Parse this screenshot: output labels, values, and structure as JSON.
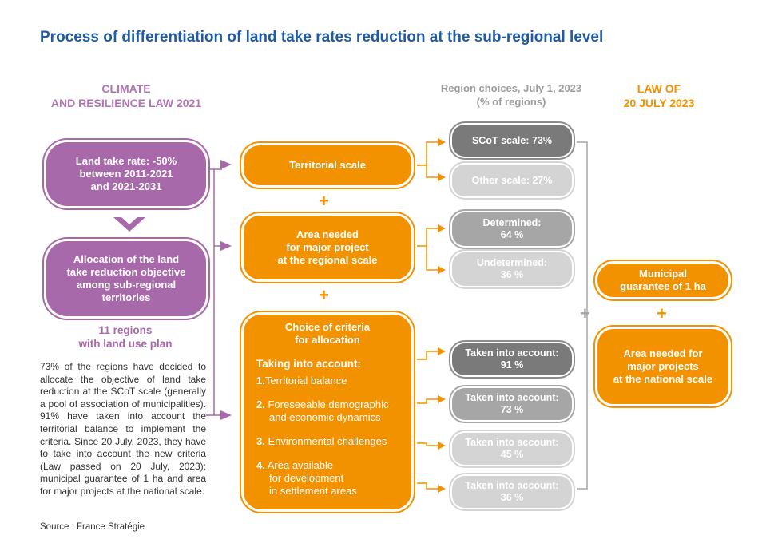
{
  "title": "Process of differentiation of land take rates reduction at the sub-regional level",
  "left_header": {
    "line1": "CLIMATE",
    "line2": "AND RESILIENCE LAW 2021"
  },
  "mid_header": {
    "line1": "Region choices, July 1, 2023",
    "line2": "(% of regions)"
  },
  "right_header": {
    "line1": "LAW OF",
    "line2": "20 JULY 2023"
  },
  "purple_boxes": {
    "land_take": {
      "l1": "Land take rate: -50%",
      "l2": "between 2011-2021",
      "l3": "and 2021-2031"
    },
    "allocation": {
      "l1": "Allocation of the land",
      "l2": "take reduction objective",
      "l3": "among sub-regional",
      "l4": "territories"
    }
  },
  "regions_label": {
    "l1": "11 regions",
    "l2": "with land use plan"
  },
  "body_text": "73% of the regions have decided to allocate the objective of land take reduction at the SCoT scale (generally a pool of association of municipalities). 91% have taken into account the territorial balance to implement the criteria. Since 20 July, 2023, they have to take into account the new criteria (Law passed on 20 July, 2023): municipal guarantee of 1 ha and area for major projects at the national scale.",
  "source": "Source : France Stratégie",
  "orange_boxes": {
    "territorial": "Territorial scale",
    "area": {
      "l1": "Area needed",
      "l2": "for major project",
      "l3": "at the regional scale"
    },
    "criteria": {
      "l1": "Choice of criteria",
      "l2": "for allocation",
      "taking": "Taking into account:",
      "items": [
        {
          "num": "1.",
          "l1": "Territorial balance",
          "l2": "",
          "l3": ""
        },
        {
          "num": "2.",
          "l1": "Foreseeable demographic",
          "l2": "and economic dynamics",
          "l3": ""
        },
        {
          "num": "3.",
          "l1": "Environmental challenges",
          "l2": "",
          "l3": ""
        },
        {
          "num": "4.",
          "l1": "Area available",
          "l2": "for development",
          "l3": "in settlement areas"
        }
      ]
    }
  },
  "choices": {
    "scot": "SCoT scale: 73%",
    "other": "Other scale: 27%",
    "determined": {
      "l1": "Determined:",
      "l2": "64 %"
    },
    "undetermined": {
      "l1": "Undetermined:",
      "l2": "36 %"
    },
    "taken91": {
      "l1": "Taken into account:",
      "l2": "91 %"
    },
    "taken73": {
      "l1": "Taken into account:",
      "l2": "73 %"
    },
    "taken45": {
      "l1": "Taken into account:",
      "l2": "45 %"
    },
    "taken36": {
      "l1": "Taken into account:",
      "l2": "36 %"
    }
  },
  "law_boxes": {
    "guarantee": {
      "l1": "Municipal",
      "l2": "guarantee of 1 ha"
    },
    "national": {
      "l1": "Area needed for",
      "l2": "major projects",
      "l3": "at the national scale"
    }
  },
  "plus_sign": "+",
  "colors": {
    "purple": "#a869aa",
    "orange": "#f39200",
    "blue": "#1f5aa6",
    "grey_dark": "#7a7a7a",
    "grey_mid": "#a6a6a6",
    "grey_light": "#d4d4d4"
  }
}
